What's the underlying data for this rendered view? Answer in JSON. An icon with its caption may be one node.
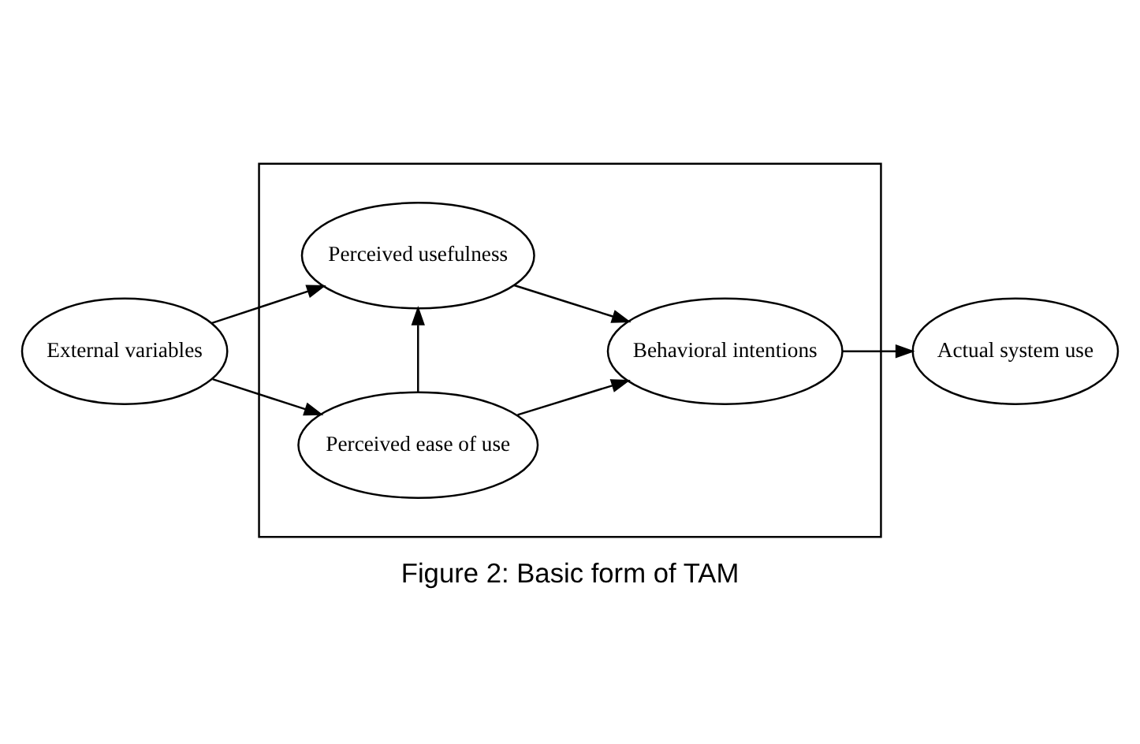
{
  "diagram": {
    "caption": "Figure 2: Basic form of TAM",
    "nodes": [
      {
        "text": [],
        "shape": "box"
      },
      {
        "text": [
          "External variables"
        ]
      },
      {
        "text": [
          "Perceived usefulness"
        ],
        "in": 0
      },
      {
        "text": [
          "Perceived ease of use"
        ],
        "in": 0
      },
      {
        "text": [
          "Behavioral intentions"
        ],
        "in": 0
      },
      {
        "text": [
          "Actual system use"
        ]
      }
    ],
    "edges": [
      {
        "from": 1,
        "to": 2,
        "arrow": "to"
      },
      {
        "from": 1,
        "to": 3,
        "arrow": "to"
      },
      {
        "from": 3,
        "to": 2,
        "arrow": "to"
      },
      {
        "from": 2,
        "to": 4,
        "arrow": "to"
      },
      {
        "from": 3,
        "to": 4,
        "arrow": "to"
      },
      {
        "from": 4,
        "to": 5,
        "arrow": "to"
      }
    ]
  }
}
